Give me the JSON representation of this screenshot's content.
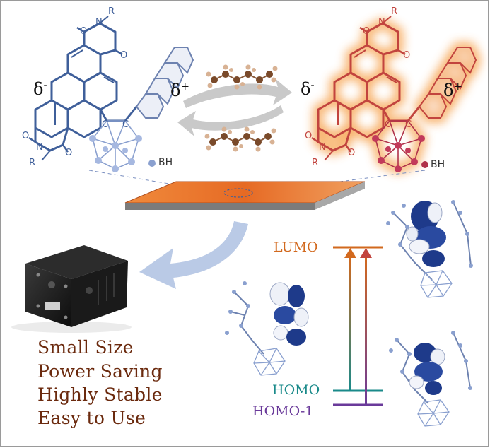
{
  "features": [
    "Small Size",
    "Power Saving",
    "Highly Stable",
    "Easy to Use"
  ],
  "energy_levels": {
    "lumo": "LUMO",
    "homo": "HOMO",
    "homo1": "HOMO-1"
  },
  "charge_labels": {
    "delta_minus": "δ-",
    "delta_plus": "δ+",
    "delta_symbol": "δ",
    "minus": "-",
    "plus": "+"
  },
  "legend": {
    "bh": "BH"
  },
  "atom_labels": {
    "carbon": "C",
    "nitrogen": "N",
    "oxygen": "O",
    "r_group": "R"
  },
  "colors": {
    "left_molecule": "#3f5f9a",
    "right_molecule": "#c2443e",
    "right_glow": "#f6a24e",
    "lumo": "#d2691e",
    "homo": "#1a8a8a",
    "homo1": "#6a3a9a",
    "feature_text": "#6b2a0e",
    "film": "#e8762b",
    "arrow_blue": "#a9bde0"
  }
}
